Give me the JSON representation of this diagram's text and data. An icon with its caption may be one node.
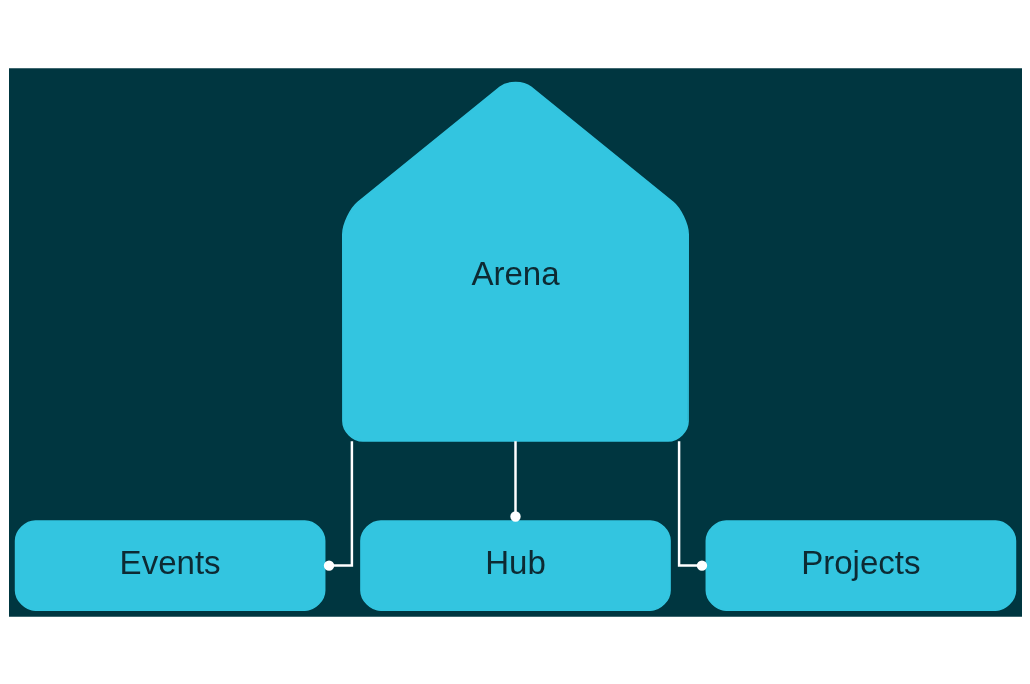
{
  "diagram": {
    "nodes": [
      {
        "text": [
          "Arena"
        ]
      },
      {
        "text": [
          "Events"
        ]
      },
      {
        "text": [
          "Hub"
        ]
      },
      {
        "text": [
          "Projects"
        ]
      }
    ],
    "edges": [
      {
        "from": 0,
        "to": 1,
        "arrow": "other"
      },
      {
        "from": 0,
        "to": 2,
        "arrow": "other"
      },
      {
        "from": 0,
        "to": 3,
        "arrow": "other"
      }
    ]
  }
}
